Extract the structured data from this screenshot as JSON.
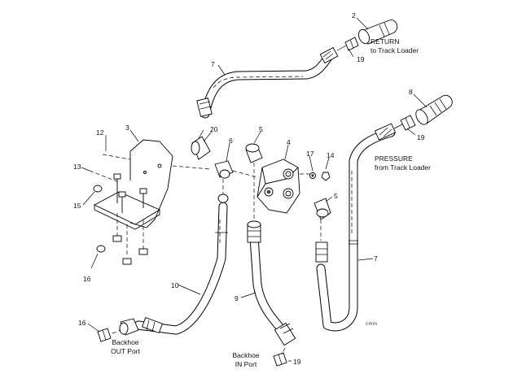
{
  "diagram": {
    "callouts": [
      {
        "id": "c2",
        "text": "2"
      },
      {
        "id": "c19a",
        "text": "19"
      },
      {
        "id": "c7a",
        "text": "7"
      },
      {
        "id": "c8",
        "text": "8"
      },
      {
        "id": "c19b",
        "text": "19"
      },
      {
        "id": "c12",
        "text": "12"
      },
      {
        "id": "c3",
        "text": "3"
      },
      {
        "id": "c20",
        "text": "20"
      },
      {
        "id": "c6",
        "text": "6"
      },
      {
        "id": "c5a",
        "text": "5"
      },
      {
        "id": "c4",
        "text": "4"
      },
      {
        "id": "c17",
        "text": "17"
      },
      {
        "id": "c14",
        "text": "14"
      },
      {
        "id": "c13",
        "text": "13"
      },
      {
        "id": "c15",
        "text": "15"
      },
      {
        "id": "c5b",
        "text": "5"
      },
      {
        "id": "c7b",
        "text": "7"
      },
      {
        "id": "c16a",
        "text": "16"
      },
      {
        "id": "c10",
        "text": "10"
      },
      {
        "id": "c9",
        "text": "9"
      },
      {
        "id": "c16b",
        "text": "16"
      },
      {
        "id": "c19c",
        "text": "19"
      }
    ],
    "captions": {
      "return_line1": "RETURN",
      "return_line2": "to Track Loader",
      "pressure_line1": "PRESSURE",
      "pressure_line2": "from Track Loader",
      "out_line1": "Backhoe",
      "out_line2": "OUT Port",
      "in_line1": "Backhoe",
      "in_line2": "IN Port"
    },
    "drawing_code": "cmm"
  }
}
